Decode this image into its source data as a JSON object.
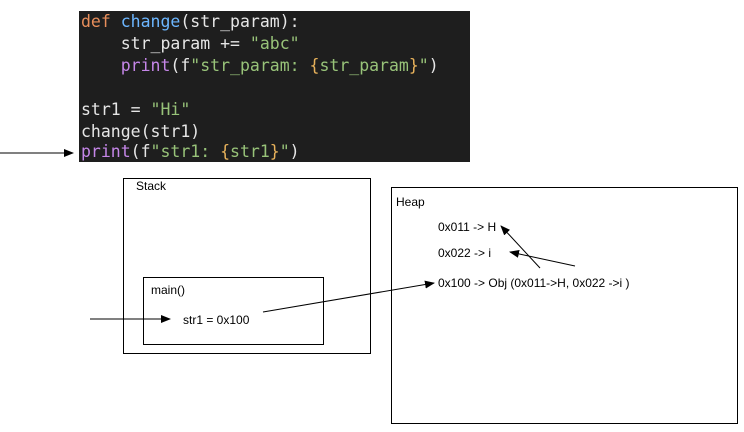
{
  "code": {
    "line1": {
      "kw": "def",
      "fn": "change",
      "rest": "(str_param):"
    },
    "line2": {
      "pre": "    str_param += ",
      "str": "\"abc\""
    },
    "line3": {
      "pre": "    ",
      "fn": "print",
      "open": "(f",
      "s1": "\"str_param: ",
      "b1": "{",
      "var": "str_param",
      "b2": "}",
      "s2": "\"",
      "close": ")"
    },
    "line5": {
      "pre": "str1 = ",
      "str": "\"Hi\""
    },
    "line6": {
      "text": "change(str1)"
    },
    "line7": {
      "fn": "print",
      "open": "(f",
      "s1": "\"str1: ",
      "b1": "{",
      "var": "str1",
      "b2": "}",
      "s2": "\"",
      "close": ")"
    }
  },
  "stack": {
    "title": "Stack",
    "frame": {
      "title": "main()",
      "var": "str1 = 0x100"
    }
  },
  "heap": {
    "title": "Heap",
    "entries": [
      "0x011 -> H",
      "0x022 -> i",
      "0x100 -> Obj (0x011->H, 0x022 ->i )"
    ]
  }
}
